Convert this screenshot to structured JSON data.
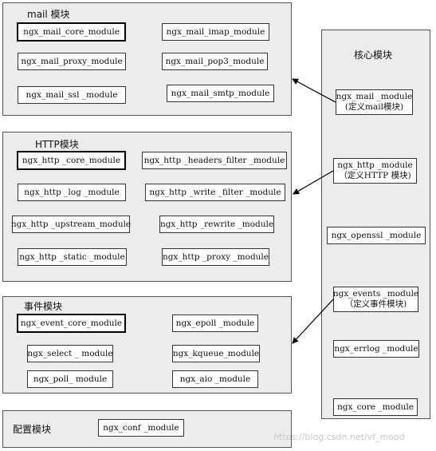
{
  "groups": {
    "mail": {
      "title": "mail 模块",
      "modules": [
        "ngx_mail_core_module",
        "ngx_mail_imap_module",
        "ngx_mail_proxy_module",
        "ngx_mail_pop3_module",
        "ngx_mail_ssl _module",
        "ngx_mail_smtp_module"
      ]
    },
    "http": {
      "title": "HTTP模块",
      "modules": [
        "ngx_http _core_module",
        "ngx_http _headers_filter _module",
        "ngx_http _log _module",
        "ngx_http _write _filter _module",
        "ngx_http _upstream_module",
        "ngx_http _rewrite _module",
        "ngx_http _static  _module",
        "ngx_http _proxy _module"
      ]
    },
    "event": {
      "title": "事件模块",
      "modules": [
        "ngx_event_core_module",
        "ngx_epoll _module",
        "ngx_select _ module",
        "ngx_kqueue_module",
        "ngx_poll_ module",
        "ngx_aio _module"
      ]
    },
    "conf": {
      "title": "配置模块",
      "modules": [
        "ngx_conf _module"
      ]
    },
    "core": {
      "title": "核心模块",
      "mail_module": {
        "line1": "ngx_mail _module",
        "line2": "(定义mail模块)"
      },
      "http_module": {
        "line1": "ngx_http _module",
        "line2": "（定义HTTP 模块)"
      },
      "openssl_module": "ngx_openssl _module",
      "events_module": {
        "line1": "ngx_events _module",
        "line2": "（定义事件模块)"
      },
      "errlog_module": "ngx_errlog _module",
      "core_module": "ngx_core _module"
    }
  },
  "watermark": "https://blog.csdn.net/vf_mood"
}
